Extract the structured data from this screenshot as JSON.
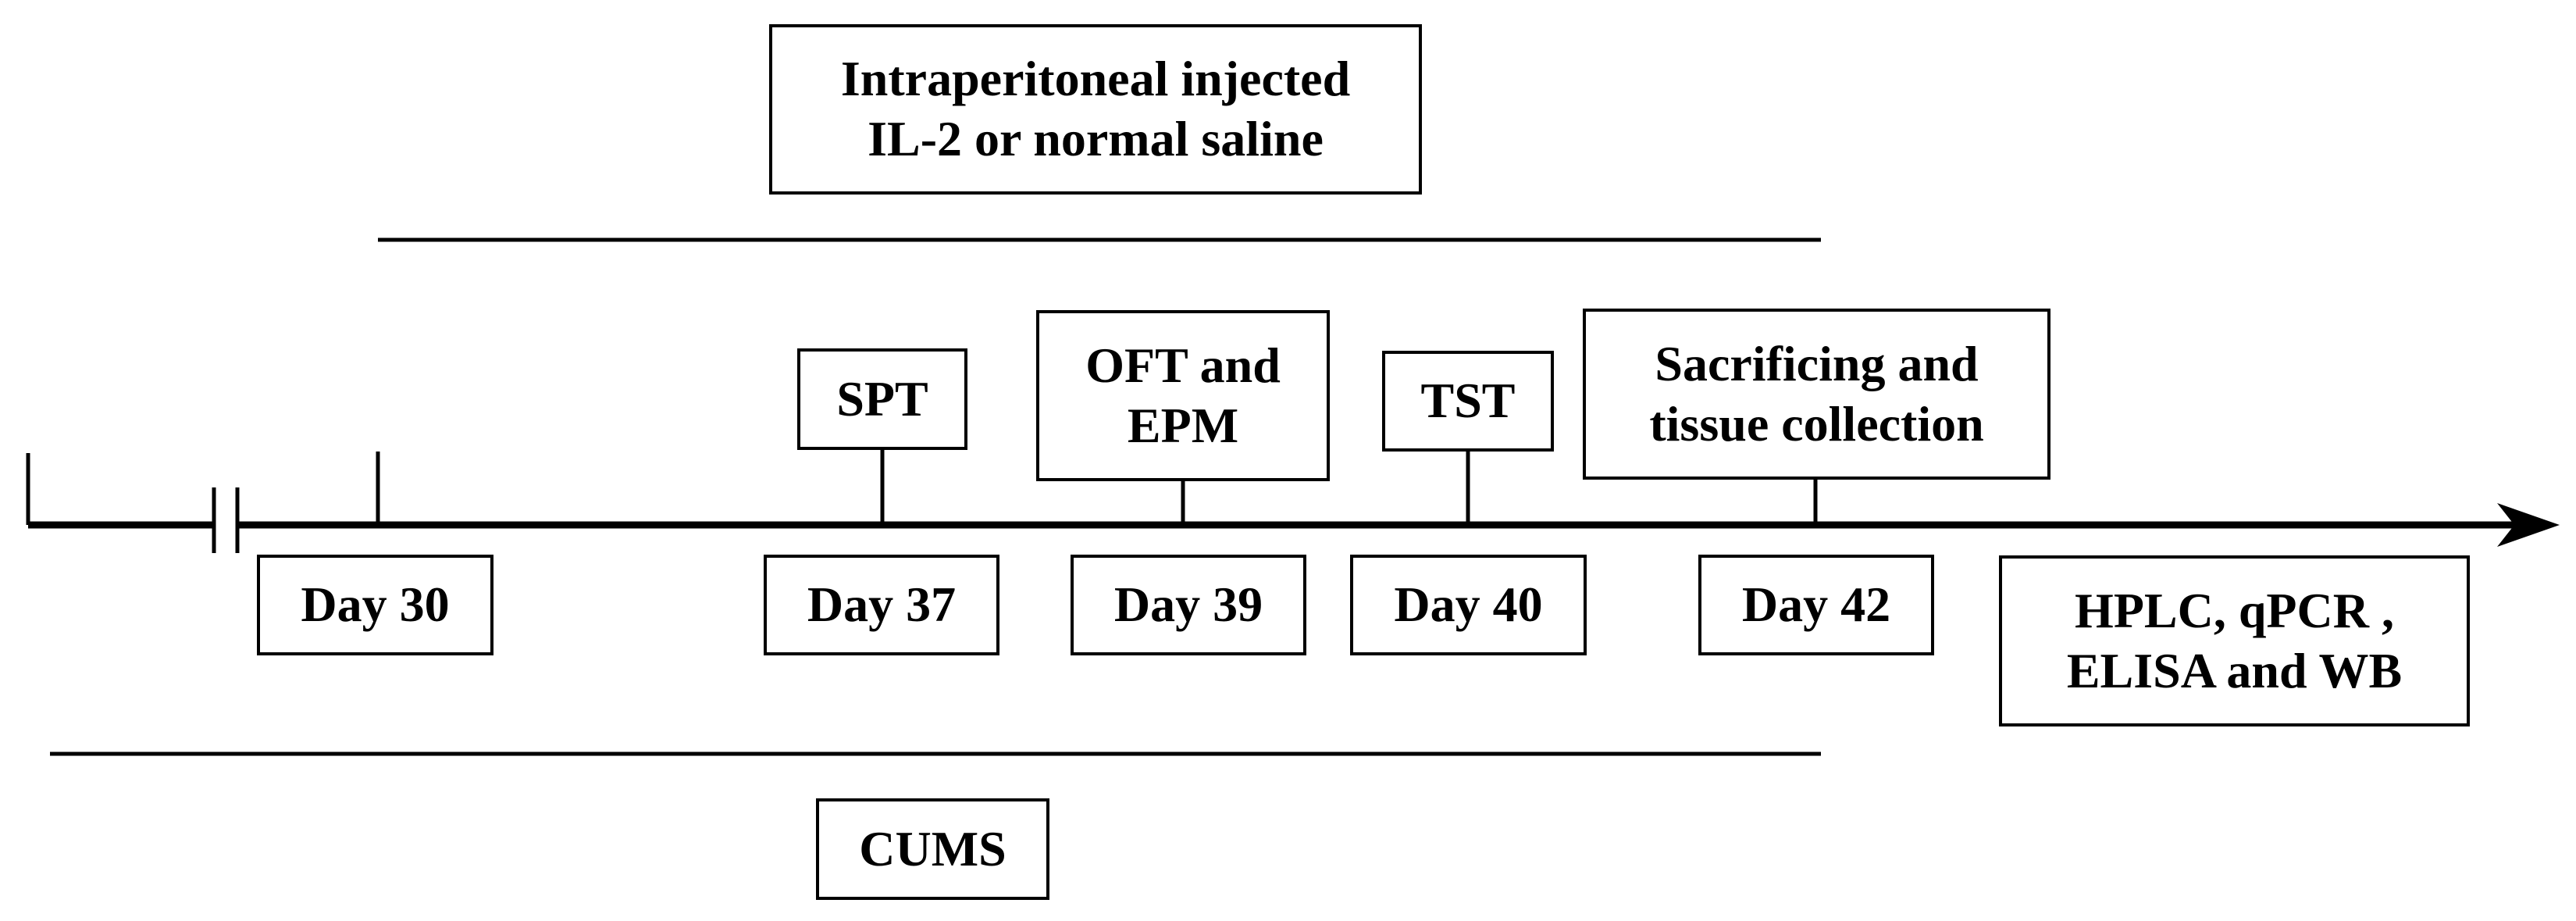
{
  "top_label": "Intraperitoneal injected\nIL-2 or normal saline",
  "bottom_label": "CUMS",
  "tests": [
    {
      "label": "SPT"
    },
    {
      "label": "OFT and\nEPM"
    },
    {
      "label": "TST"
    },
    {
      "label": "Sacrificing and\ntissue collection"
    }
  ],
  "days": [
    {
      "label": "Day 30"
    },
    {
      "label": "Day 37"
    },
    {
      "label": "Day 39"
    },
    {
      "label": "Day 40"
    },
    {
      "label": "Day 42"
    }
  ],
  "after_label": "HPLC, qPCR ,\nELISA and WB",
  "colors": {
    "line": "#000000",
    "background": "#ffffff"
  }
}
